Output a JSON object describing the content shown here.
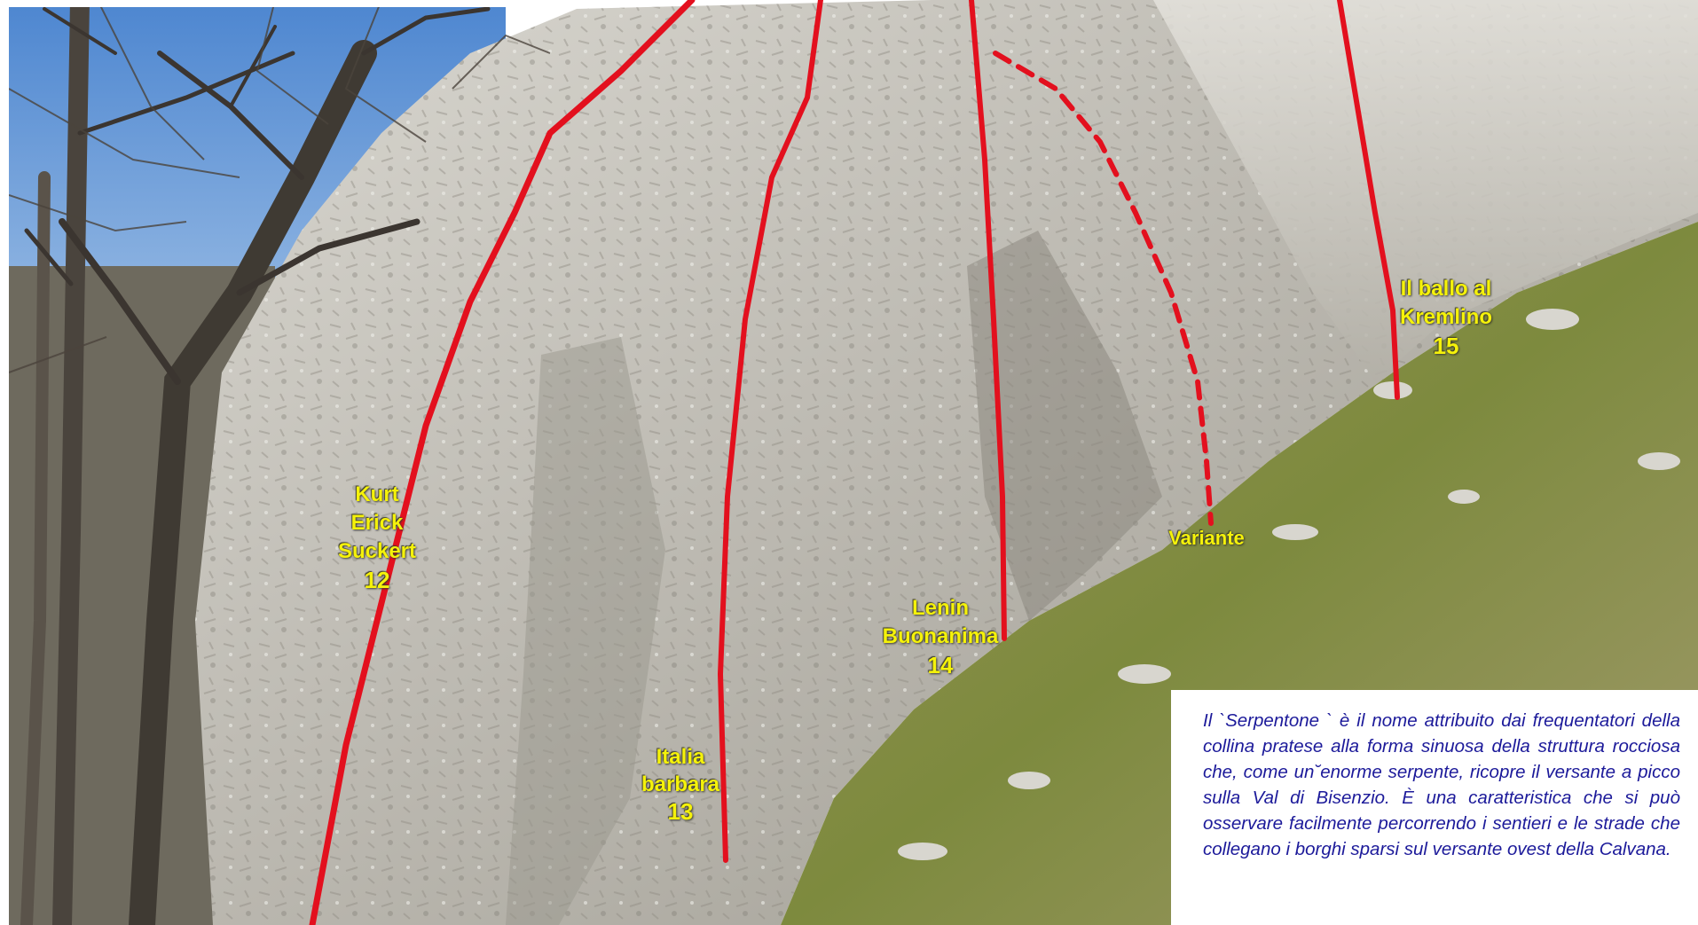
{
  "routes": [
    {
      "id": "12",
      "name_line1": "Kurt",
      "name_line2": "Erick",
      "name_line3": "Suckert",
      "number": "12"
    },
    {
      "id": "13",
      "name_line1": "Italia",
      "name_line2": "barbara",
      "number": "13"
    },
    {
      "id": "14",
      "name_line1": "Lenin",
      "name_line2": "Buonanima",
      "number": "14"
    },
    {
      "id": "15",
      "name_line1": "Il ballo al",
      "name_line2": "Kremlino",
      "number": "15"
    }
  ],
  "variant_label": "Variante",
  "caption": "Il   `Serpentone ` è il nome attribuito dai frequentatori della collina pratese alla forma sinuosa della struttura rocciosa che, come un˘enorme serpente, ricopre il versante a picco sulla Val di Bisenzio.  È una caratteristica che  si può osservare facilmente percorrendo i sentieri e le strade che collegano i borghi sparsi sul versante ovest della Calvana.",
  "colors": {
    "route_line": "#e3101e",
    "label_text": "#f5f20a",
    "caption_text": "#1c1a9a",
    "sky": "#5f95d6",
    "rock": "#b9b6ad",
    "grass": "#8d8a4a"
  }
}
